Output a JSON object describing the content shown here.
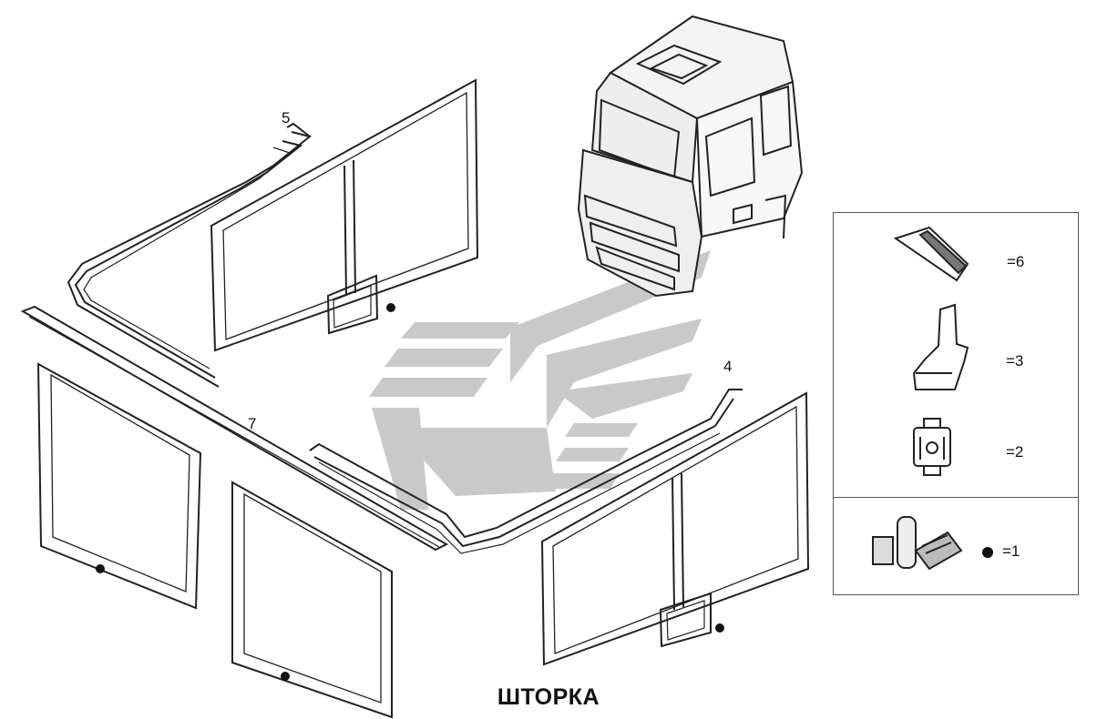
{
  "title": "ШТОРКА",
  "callouts": {
    "c4": "4",
    "c5": "5",
    "c7": "7"
  },
  "legend": [
    {
      "icon": "tape-strip-icon",
      "value": "=6"
    },
    {
      "icon": "bracket-profile-icon",
      "value": "=3"
    },
    {
      "icon": "clip-fastener-icon",
      "value": "=2"
    },
    {
      "icon": "consumables-kit-icon",
      "value": "=1"
    }
  ],
  "colors": {
    "line": "#222222",
    "watermark": "#c8c8c8",
    "border": "#555555"
  }
}
